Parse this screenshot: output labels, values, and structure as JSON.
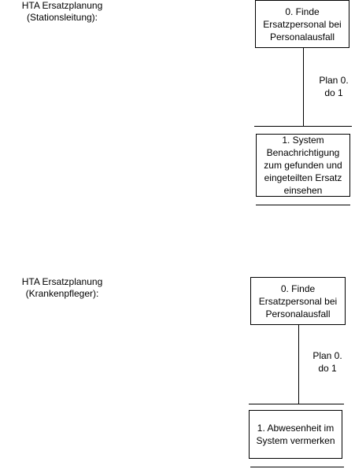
{
  "diagrams": [
    {
      "caption": [
        "HTA Ersatzplanung",
        "(Stationsleitung):"
      ],
      "root": [
        "0. Finde",
        "Ersatzpersonal bei",
        "Personalausfall"
      ],
      "plan": [
        "Plan 0.",
        "do 1"
      ],
      "child": [
        "1. System",
        "Benachrichtigung",
        "zum gefunden und",
        "eingeteilten Ersatz",
        "einsehen"
      ]
    },
    {
      "caption": [
        "HTA Ersatzplanung",
        "(Krankenpfleger):"
      ],
      "root": [
        "0. Finde",
        "Ersatzpersonal bei",
        "Personalausfall"
      ],
      "plan": [
        "Plan 0.",
        "do 1"
      ],
      "child": [
        "1. Abwesenheit im",
        "System vermerken"
      ]
    }
  ]
}
